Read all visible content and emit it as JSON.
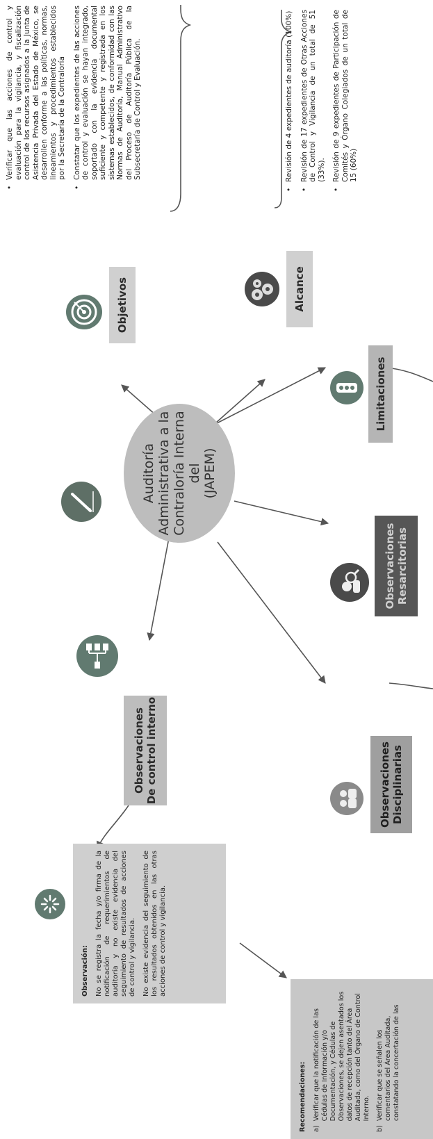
{
  "center": {
    "label": "Auditoría\nAdministrativa a la\nContraloría Interna\ndel\n(JAPEM)"
  },
  "nodes": {
    "objetivos": "Objetivos",
    "alcance": "Alcance",
    "limitaciones": "Limitaciones",
    "observaciones_resarcitorias": "Observaciones\nResarcitorias",
    "observaciones_disciplinarias": "Observaciones\nDisciplinarias",
    "observaciones_control_interno": "Observaciones\nDe control interno"
  },
  "objetivos_items": [
    "Verificar que las acciones de control y evaluación para la vigilancia, y fiscalización control de los recursos asignados a la Junta de Asistencia Privada del Estado de México, se desarrollen conforme a las políticas, normas, lineamientos y procedimientos establecidos por la Secretaría de la Contraloría",
    "Constatar que los expedientes de las acciones de control y evaluación se hayan integrado, soportado con la evidencia documental suficiente y competente y registrada en los sistemas establecidos, de conformidad con las Normas de Auditoría, Manual Administrativo del Proceso de Auditoría Pública de la Subsecretaría de Control y Evaluación."
  ],
  "alcance_items": [
    "Revisión de 4 expedientes de auditoría (100%)",
    "Revisión de 17 expedientes de Otras Acciones de Control y Vigilancia de un total de 51 (33%).",
    "Revisión de 9 expedientes de Participación de Comités y Órgano Colegiados de un total de 15 (60%)"
  ],
  "observacion": {
    "title": "Observación:",
    "paragraphs": [
      "No se registra la fecha y/o firma de la notificación de requerimientos de auditoría y no existe evidencia del seguimiento de resultados de acciones de control y vigilancia.",
      "No existe evidencia del seguimiento de los resultados obtenidos en las otras acciones de control y vigilancia."
    ]
  },
  "recomendaciones": {
    "title": "Recomendaciones:",
    "items": [
      {
        "letter": "a)",
        "text": "Verificar que la notificación de las Cédulas de Información y/o Documentación, y Cédulas de Observaciones, se dejen asentados los datos de recepción tanto del Área Auditada, como del Órgano de Control Interno."
      },
      {
        "letter": "b)",
        "text": "Verificar que se señalen los comentarios del Área Auditada, constatando la concertación de las"
      }
    ]
  }
}
